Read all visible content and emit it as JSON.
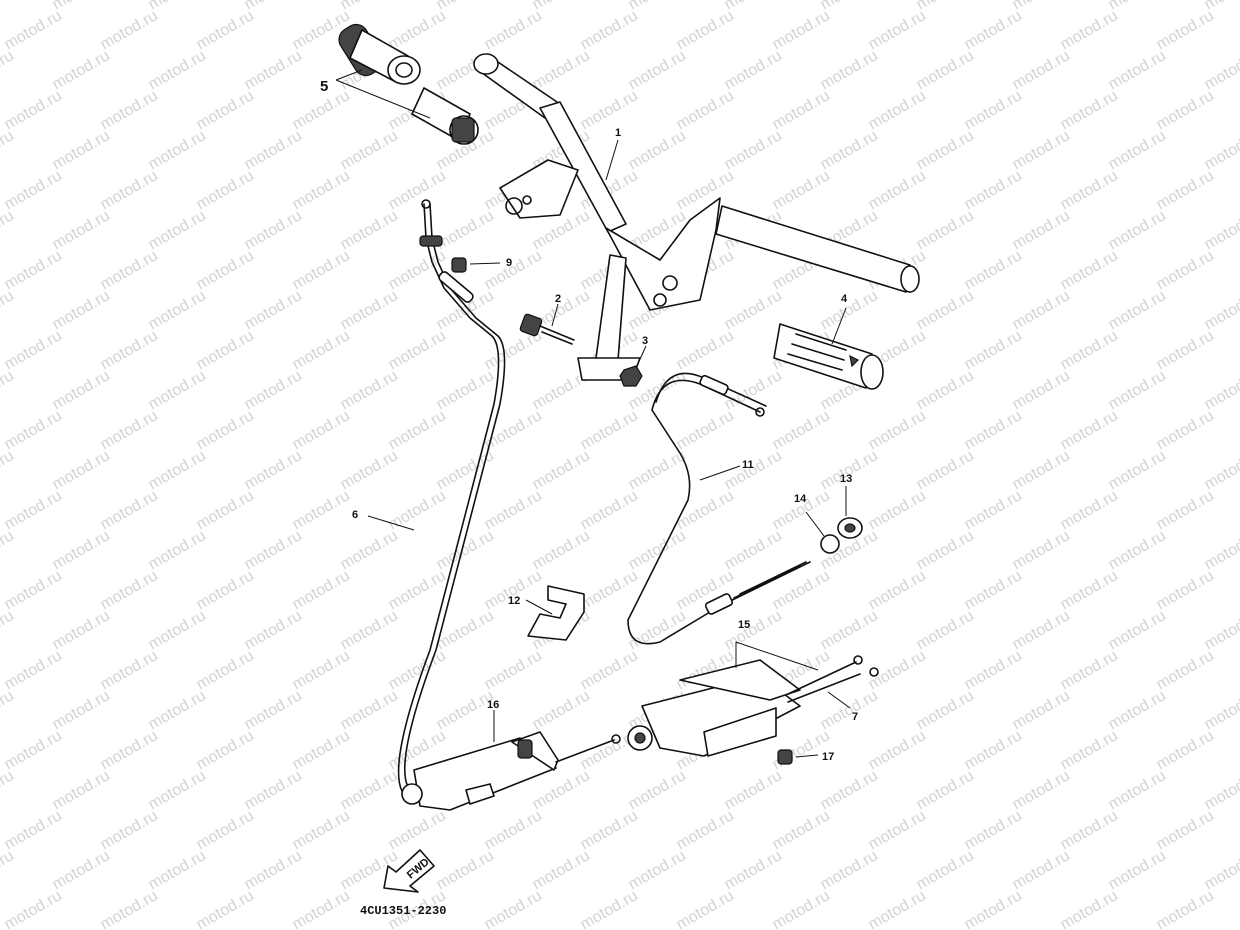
{
  "watermark": "motod.ru",
  "diagram_code": "4CU1351-2230",
  "fwd_label": "FWD",
  "callouts": [
    "1",
    "2",
    "3",
    "4",
    "5",
    "6",
    "7",
    "9",
    "11",
    "12",
    "13",
    "14",
    "15",
    "16",
    "17"
  ]
}
